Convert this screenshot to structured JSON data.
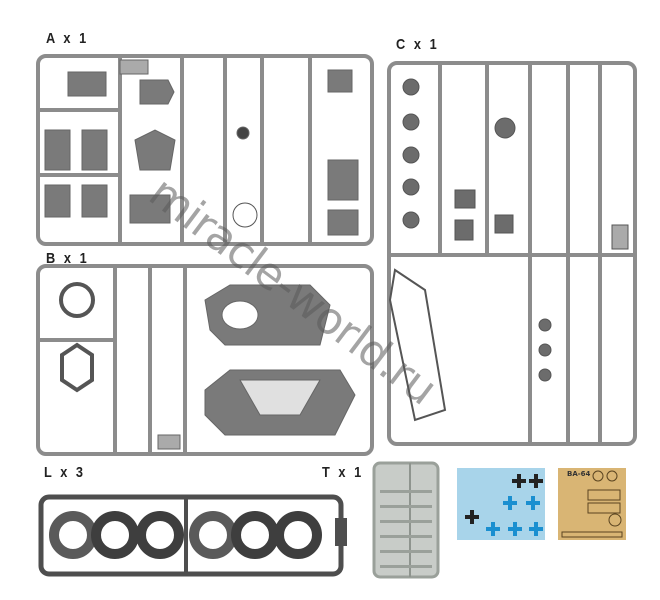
{
  "sprues": [
    {
      "id": "A",
      "label": "A x 1",
      "color": "#8c8c8c"
    },
    {
      "id": "B",
      "label": "B x 1",
      "color": "#8c8c8c"
    },
    {
      "id": "C",
      "label": "C x 1",
      "color": "#8c8c8c"
    },
    {
      "id": "L",
      "label": "L x 3",
      "color": "#4e4e4e"
    },
    {
      "id": "T",
      "label": "T x 1",
      "color": "#b8bcb8"
    }
  ],
  "decal_sheet": {
    "background": "#a8d4ea"
  },
  "photo_etch": {
    "title": "BA-64",
    "background": "#d9b574"
  },
  "watermark": "miracle-world.ru"
}
